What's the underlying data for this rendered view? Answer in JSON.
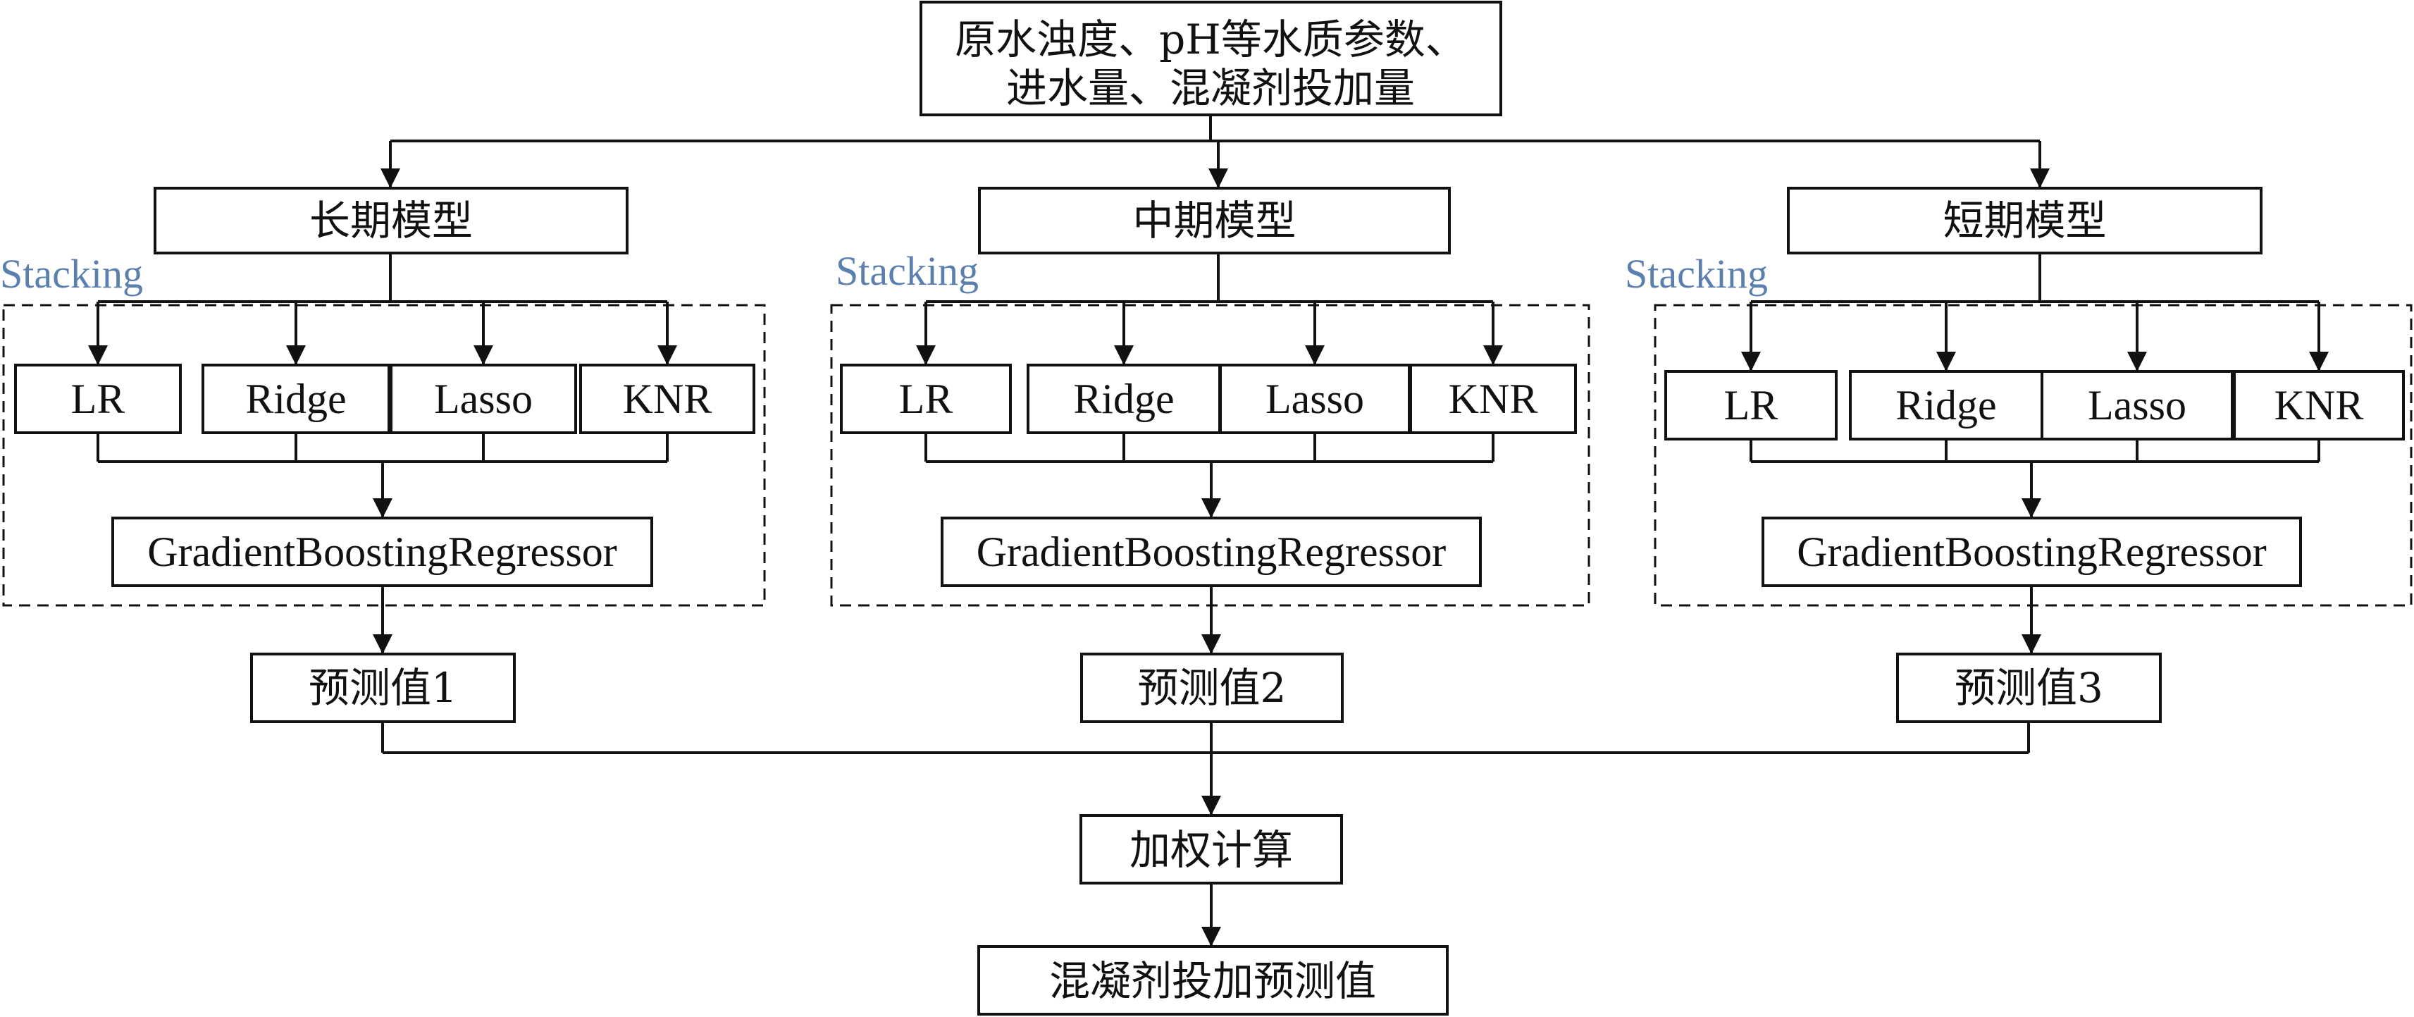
{
  "colors": {
    "stroke": "#111111",
    "stacking_label": "#5b7fae",
    "background": "#ffffff"
  },
  "input": {
    "line1": "原水浊度、pH等水质参数、",
    "line2": "进水量、混凝剂投加量"
  },
  "groups": [
    {
      "model": "长期模型",
      "stacking_label": "Stacking",
      "base_learners": [
        "LR",
        "Ridge",
        "Lasso",
        "KNR"
      ],
      "meta_learner": "GradientBoostingRegressor",
      "prediction": "预测值1"
    },
    {
      "model": "中期模型",
      "stacking_label": "Stacking",
      "base_learners": [
        "LR",
        "Ridge",
        "Lasso",
        "KNR"
      ],
      "meta_learner": "GradientBoostingRegressor",
      "prediction": "预测值2"
    },
    {
      "model": "短期模型",
      "stacking_label": "Stacking",
      "base_learners": [
        "LR",
        "Ridge",
        "Lasso",
        "KNR"
      ],
      "meta_learner": "GradientBoostingRegressor",
      "prediction": "预测值3"
    }
  ],
  "weighted": "加权计算",
  "output": "混凝剂投加预测值"
}
